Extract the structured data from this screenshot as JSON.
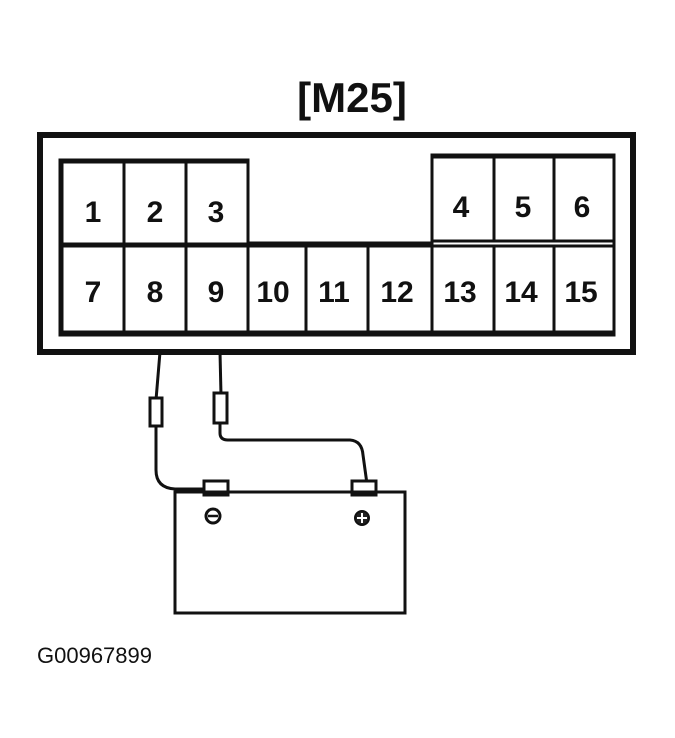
{
  "connector": {
    "label": "[M25]",
    "top_row_left": [
      "1",
      "2",
      "3"
    ],
    "top_row_right": [
      "4",
      "5",
      "6"
    ],
    "bottom_row": [
      "7",
      "8",
      "9",
      "10",
      "11",
      "12",
      "13",
      "14",
      "15"
    ]
  },
  "battery": {
    "negative_terminal_symbol": "⊖",
    "positive_terminal_symbol": "⊕"
  },
  "figure_code": "G00967899"
}
